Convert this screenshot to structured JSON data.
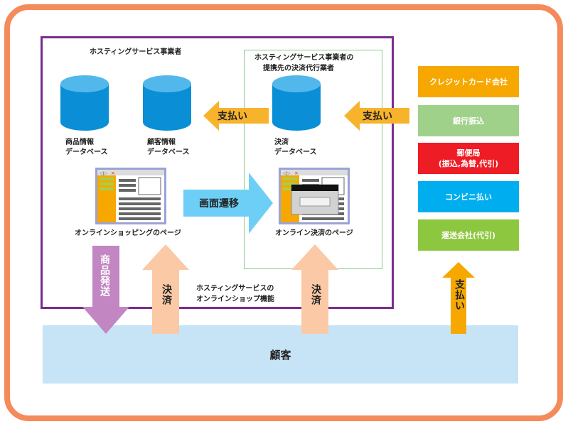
{
  "host_company_label": "ホスティングサービス事業者",
  "partner_label_line1": "ホスティングサービス事業者の",
  "partner_label_line2": "提携先の決済代行業者",
  "product_db_line1": "商品情報",
  "product_db_line2": "データベース",
  "customer_db_line1": "顧客情報",
  "customer_db_line2": "データベース",
  "payment_db_line1": "決済",
  "payment_db_line2": "データベース",
  "shopping_page_label": "オンラインショッピングのページ",
  "payment_page_label": "オンライン決済のページ",
  "screen_transition_label": "画面遷移",
  "payment_arrow_left": "支払い",
  "payment_arrow_right": "支払い",
  "shipping_arrow": "商品発送",
  "settlement_arrow_1": "決済",
  "settlement_arrow_2": "決済",
  "payment_up_arrow": "支払い",
  "online_shop_feature_line1": "ホスティングサービスの",
  "online_shop_feature_line2": "オンラインショップ機能",
  "customer_label": "顧客",
  "payment_methods": [
    {
      "label": "クレジットカード会社",
      "color": "#f6a800"
    },
    {
      "label": "銀行振込",
      "color": "#9fd18b"
    },
    {
      "label": "郵便局\n(振込,為替,代引)",
      "color": "#ee1c25"
    },
    {
      "label": "コンビニ払い",
      "color": "#00aeef"
    },
    {
      "label": "運送会社(代引)",
      "color": "#8dc63f"
    }
  ],
  "colors": {
    "frame": "#f58a5a",
    "host_box": "#7a2c8e",
    "partner_box": "#8cc68c",
    "database": "#0a8fd6",
    "payment_arrow": "#f7b32b",
    "transition_arrow": "#6dcff6",
    "shipping_arrow": "#c286c2",
    "settlement_arrow": "#fbc9a6",
    "customer": "#c7e4f6"
  }
}
